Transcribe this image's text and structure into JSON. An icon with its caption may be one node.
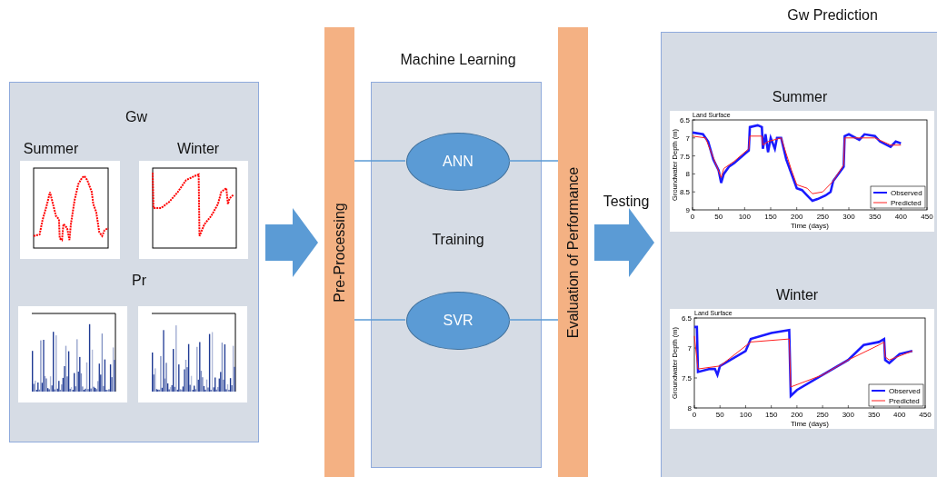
{
  "diagram": {
    "nodes": [
      {
        "text": [],
        "shape": "box"
      },
      {
        "text": [
          "Pre-Processing"
        ]
      },
      {
        "text": [
          "Machine Learning",
          "Training"
        ]
      },
      {
        "text": [
          "ANN"
        ],
        "in": 2
      },
      {
        "text": [
          "SVR"
        ],
        "in": 2
      },
      {
        "text": [
          "Evaluation of Performance"
        ]
      },
      {
        "text": [
          "Gw Prediction"
        ]
      }
    ],
    "edges": [
      {
        "from": 0,
        "to": 1,
        "arrow": "to",
        "style": "thick"
      },
      {
        "from": 1,
        "to": 3,
        "arrow": "none"
      },
      {
        "from": 3,
        "to": 5,
        "arrow": "none"
      },
      {
        "from": 1,
        "to": 4,
        "arrow": "none"
      },
      {
        "from": 4,
        "to": 5,
        "arrow": "none"
      },
      {
        "from": 5,
        "to": 6,
        "arrow": "to",
        "label": "Testing",
        "style": "thick"
      }
    ],
    "labels": [
      "Gw",
      "Summer",
      "Winter",
      "Pr",
      "Summer",
      "Land Surface",
      "Groundwater Depth (m)",
      "Time (days)",
      "6.5",
      "7",
      "7.5",
      "8",
      "8.5",
      "9",
      "0",
      "50",
      "100",
      "150",
      "200",
      "250",
      "300",
      "350",
      "400",
      "450",
      "Winter",
      "Land Surface",
      "Groundwater Depth (m)",
      "Time (days)",
      "6.5",
      "7",
      "7.5",
      "8",
      "0",
      "50",
      "100",
      "150",
      "200",
      "250",
      "300",
      "350",
      "400",
      "450"
    ],
    "legend": [
      {
        "text": "Observed"
      },
      {
        "text": "Predicted"
      },
      {
        "text": "Observed"
      },
      {
        "text": "Predicted"
      }
    ]
  }
}
